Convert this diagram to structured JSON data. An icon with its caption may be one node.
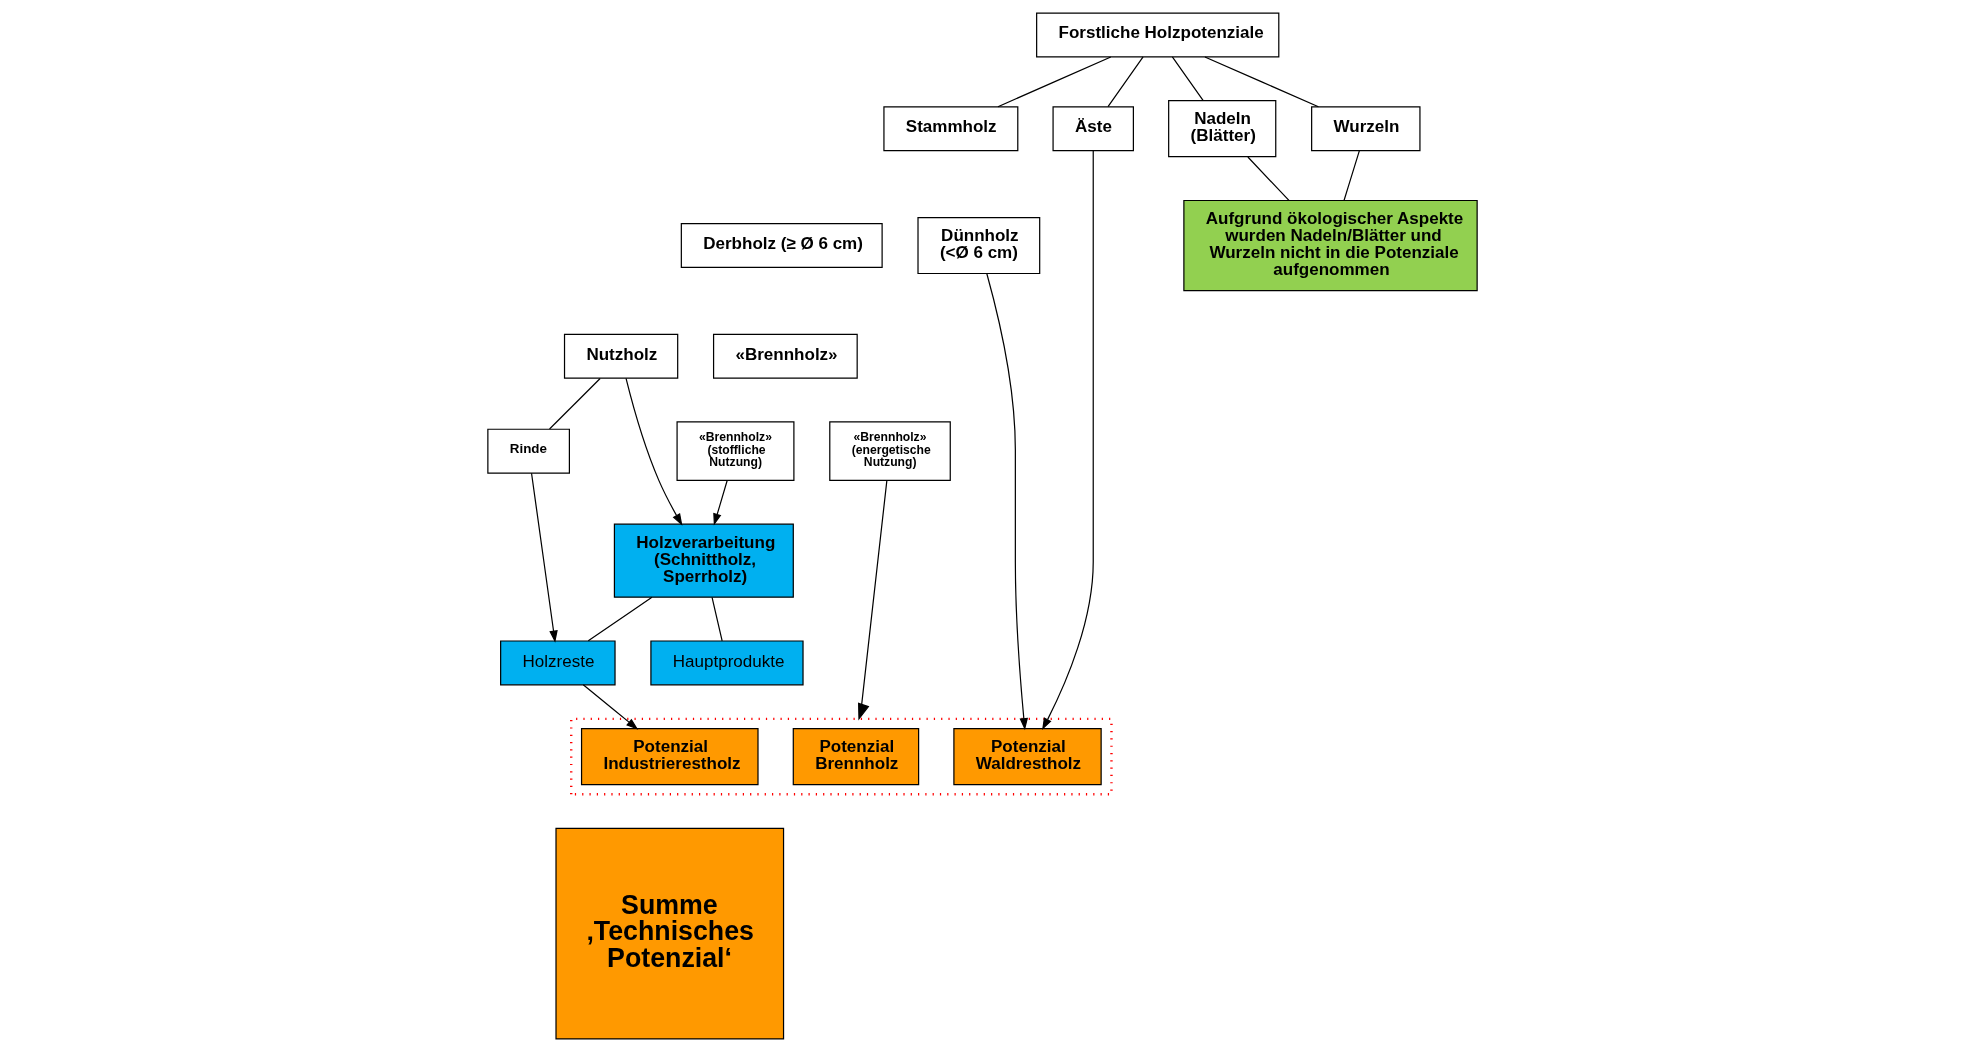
{
  "diagram": {
    "nodes": [
      {
        "text": [
          "Forstliche Holzpotenziale"
        ]
      },
      {
        "text": [
          "Stammholz"
        ]
      },
      {
        "text": [
          "Äste"
        ]
      },
      {
        "text": [
          "Nadeln (Blätter)"
        ]
      },
      {
        "text": [
          "Wurzeln"
        ]
      },
      {
        "text": [
          "Derbholz (≥ Ø 6 cm)"
        ]
      },
      {
        "text": [
          "Dünnholz (<Ø 6 cm)"
        ]
      },
      {
        "text": [
          "Aufgrund ökologischer Aspekte wurden Nadeln/Blätter und Wurzeln nicht in die Potenziale aufgenommen"
        ]
      },
      {
        "text": [
          "Nutzholz"
        ]
      },
      {
        "text": [
          "«Brennholz»"
        ]
      },
      {
        "text": [
          "Rinde"
        ]
      },
      {
        "text": [
          "«Brennholz» (stoffliche Nutzung)"
        ]
      },
      {
        "text": [
          "«Brennholz» (energetische Nutzung)"
        ]
      },
      {
        "text": [
          "Holzverarbeitung (Schnittholz, Sperrholz)"
        ]
      },
      {
        "text": [],
        "shape": "box"
      },
      {
        "text": [
          "Potenzial Waldrestholz"
        ],
        "in": 14
      },
      {
        "text": [
          "Potenzial Brennholz"
        ],
        "in": 14
      },
      {
        "text": [
          "Potenzial Industrierestholz"
        ],
        "in": 14
      },
      {
        "text": [
          "Hauptprodukte"
        ]
      },
      {
        "text": [
          "Holzreste"
        ]
      },
      {
        "text": [
          "Summe ‚Technisches Potenzial‘"
        ]
      }
    ],
    "edges": [
      {
        "from": 0,
        "to": 1,
        "arrow": "none"
      },
      {
        "from": 0,
        "to": 2,
        "arrow": "none"
      },
      {
        "from": 0,
        "to": 3,
        "arrow": "none"
      },
      {
        "from": 0,
        "to": 4,
        "arrow": "none"
      },
      {
        "from": 3,
        "to": 7,
        "arrow": "none"
      },
      {
        "from": 4,
        "to": 7,
        "arrow": "none"
      },
      {
        "from": 8,
        "to": 10,
        "arrow": "none"
      },
      {
        "from": 8,
        "to": 13,
        "arrow": "to"
      },
      {
        "from": 11,
        "to": 13,
        "arrow": "to"
      },
      {
        "from": 10,
        "to": 19,
        "arrow": "to"
      },
      {
        "from": 12,
        "to": 14,
        "arrow": "to"
      },
      {
        "from": 6,
        "to": 15,
        "arrow": "to"
      },
      {
        "from": 2,
        "to": 15,
        "arrow": "to"
      },
      {
        "from": 13,
        "to": 18,
        "arrow": "none"
      },
      {
        "from": 13,
        "to": 19,
        "arrow": "none"
      },
      {
        "from": 19,
        "to": 17,
        "arrow": "to"
      }
    ]
  }
}
